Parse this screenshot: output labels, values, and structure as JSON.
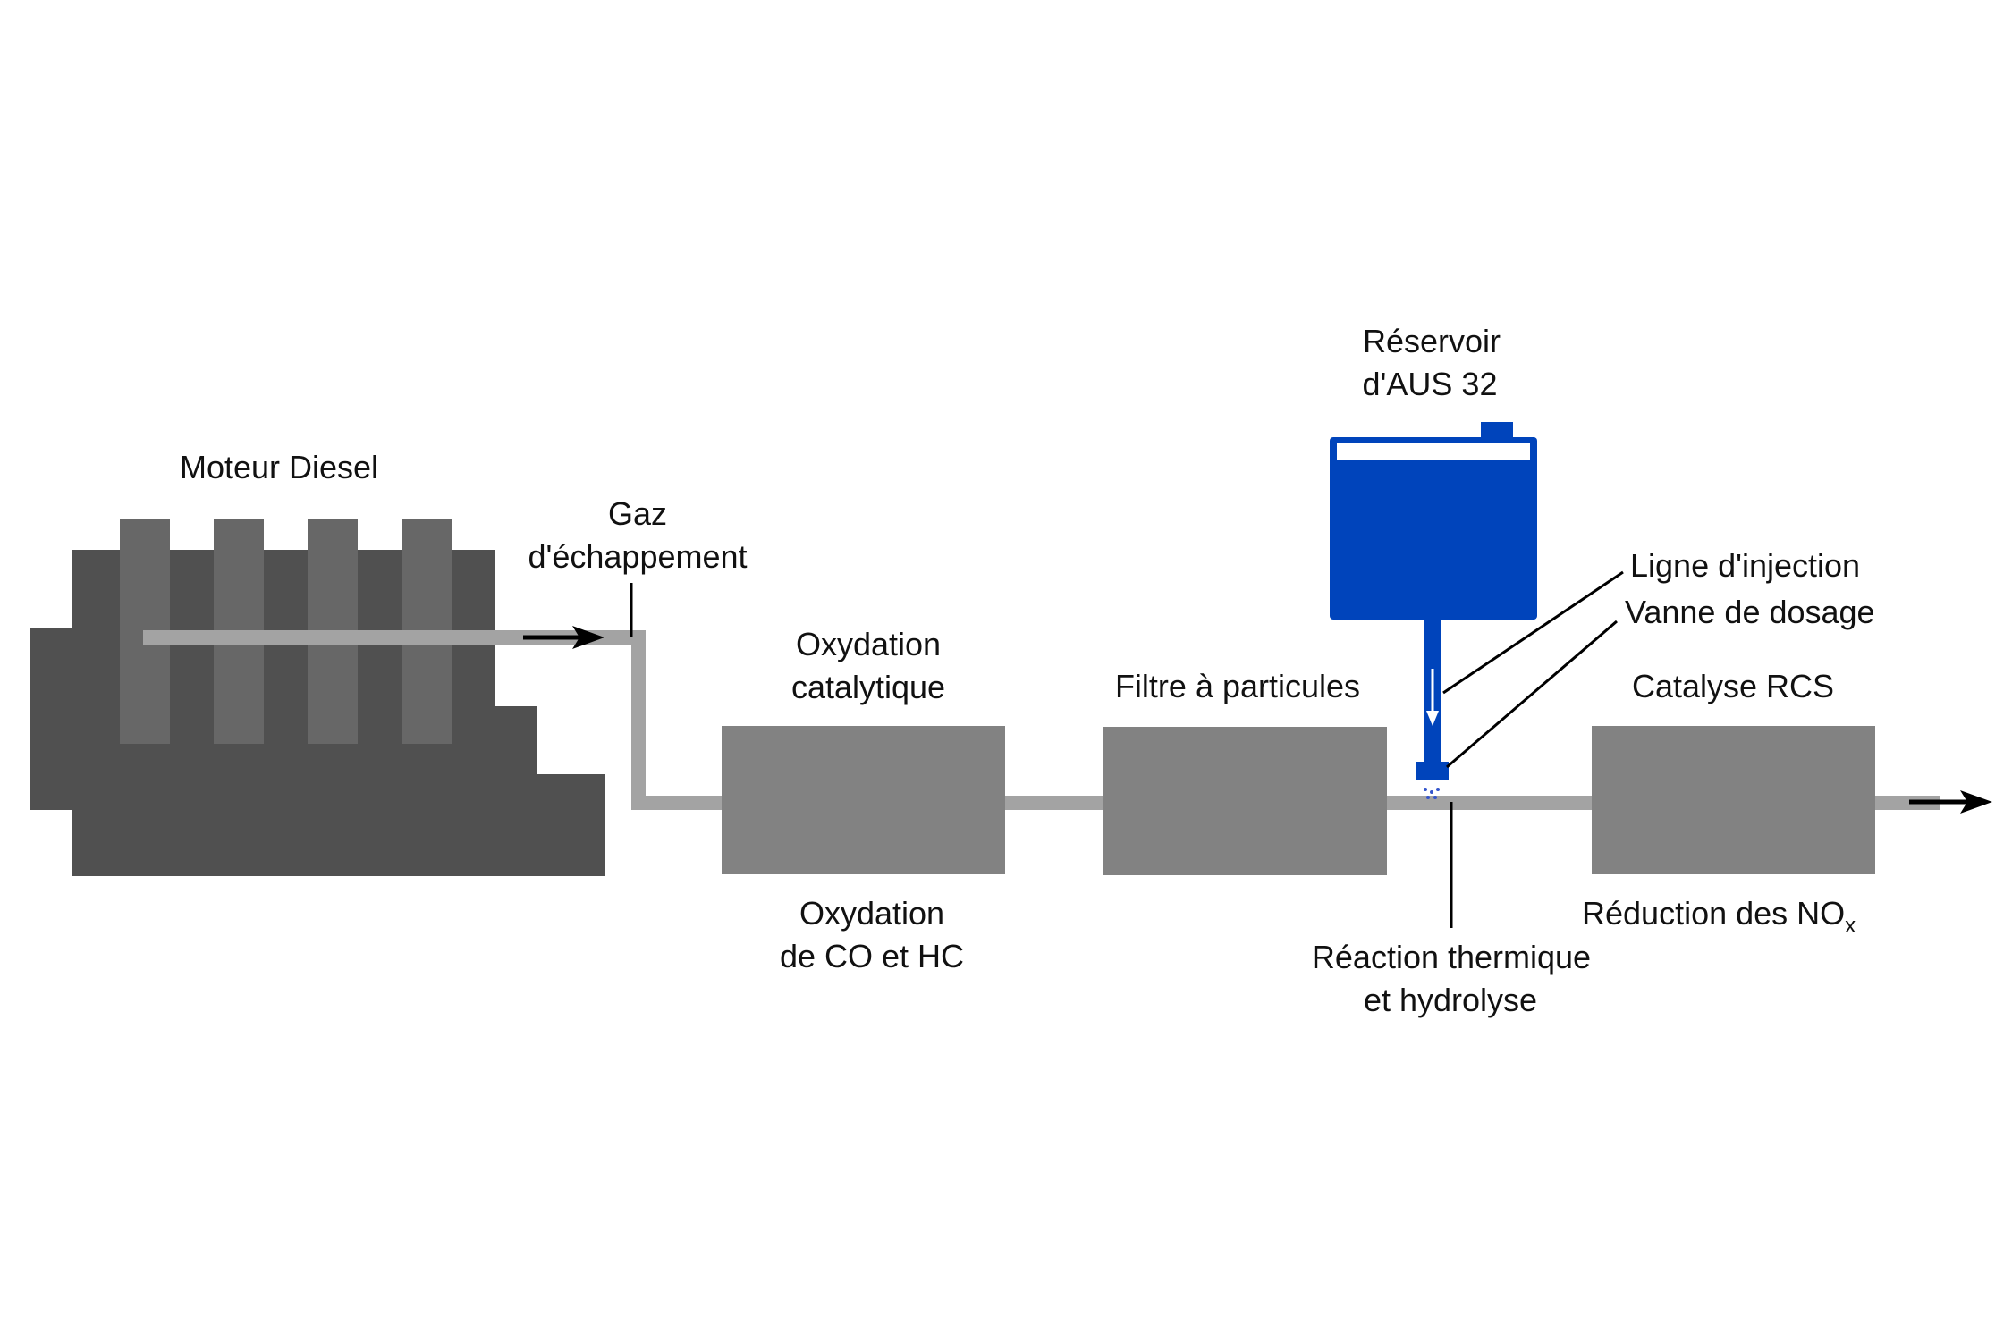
{
  "colors": {
    "engine_dark": "#505050",
    "engine_cylinder": "#676767",
    "catalyst_block": "#828282",
    "pipe": "#a3a3a3",
    "tank_blue": "#0044bb",
    "arrow": "#000000",
    "leader_line": "#000000",
    "label_text": "#111111"
  },
  "labels": {
    "engine": "Moteur Diesel",
    "exhaust_line1": "Gaz",
    "exhaust_line2": "d'échappement",
    "doc_top_line1": "Oxydation",
    "doc_top_line2": "catalytique",
    "doc_bottom_line1": "Oxydation",
    "doc_bottom_line2": "de CO et HC",
    "dpf_top": "Filtre à particules",
    "tank_line1": "Réservoir",
    "tank_line2": "d'AUS 32",
    "injection_line": "Ligne d'injection",
    "dosing_valve": "Vanne de dosage",
    "thermal_line1": "Réaction thermique",
    "thermal_line2": "et hydrolyse",
    "scr_top": "Catalyse RCS",
    "scr_bottom_main": "Réduction des NO",
    "scr_bottom_sub": "x"
  }
}
